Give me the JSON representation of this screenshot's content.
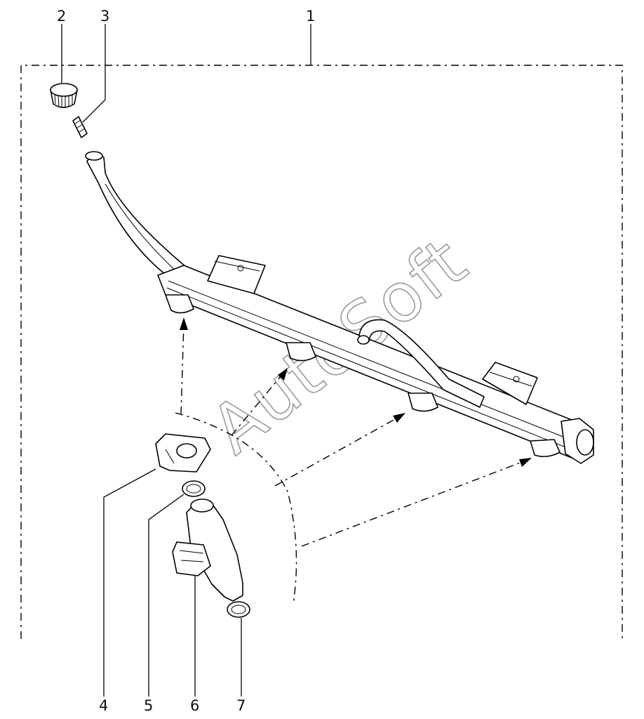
{
  "callouts": [
    {
      "id": "1",
      "label": "1"
    },
    {
      "id": "2",
      "label": "2"
    },
    {
      "id": "3",
      "label": "3"
    },
    {
      "id": "4",
      "label": "4"
    },
    {
      "id": "5",
      "label": "5"
    },
    {
      "id": "6",
      "label": "6"
    },
    {
      "id": "7",
      "label": "7"
    }
  ],
  "watermark": "AutoSoft"
}
